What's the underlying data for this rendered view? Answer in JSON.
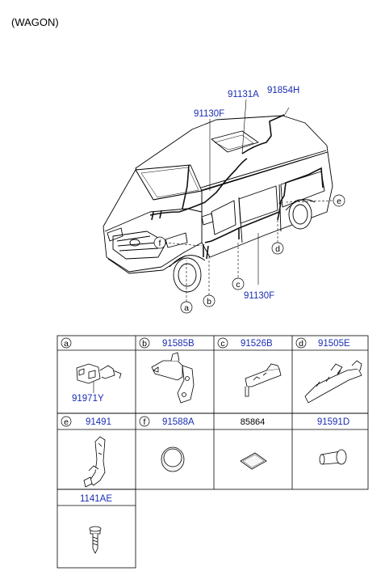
{
  "header": {
    "variant": "(WAGON)"
  },
  "diagram": {
    "callouts": {
      "top_a": "91131A",
      "top_b": "91854H",
      "left_f": "91130F",
      "bottom_f": "91130F"
    },
    "markers": {
      "a": "a",
      "b": "b",
      "c": "c",
      "d": "d",
      "e": "e",
      "f": "f"
    }
  },
  "parts_table": {
    "row1": [
      {
        "letter": "a",
        "part": "",
        "sub_part": "91971Y"
      },
      {
        "letter": "b",
        "part": "91585B"
      },
      {
        "letter": "c",
        "part": "91526B"
      },
      {
        "letter": "d",
        "part": "91505E"
      }
    ],
    "row2": [
      {
        "letter": "e",
        "part": "91491"
      },
      {
        "letter": "f",
        "part": "91588A"
      },
      {
        "letter": "",
        "part": "85864"
      },
      {
        "letter": "",
        "part": "91591D"
      }
    ],
    "row3": [
      {
        "letter": "",
        "part": "1141AE"
      }
    ]
  },
  "colors": {
    "label_blue": "#1a2db3",
    "line": "#000000"
  }
}
